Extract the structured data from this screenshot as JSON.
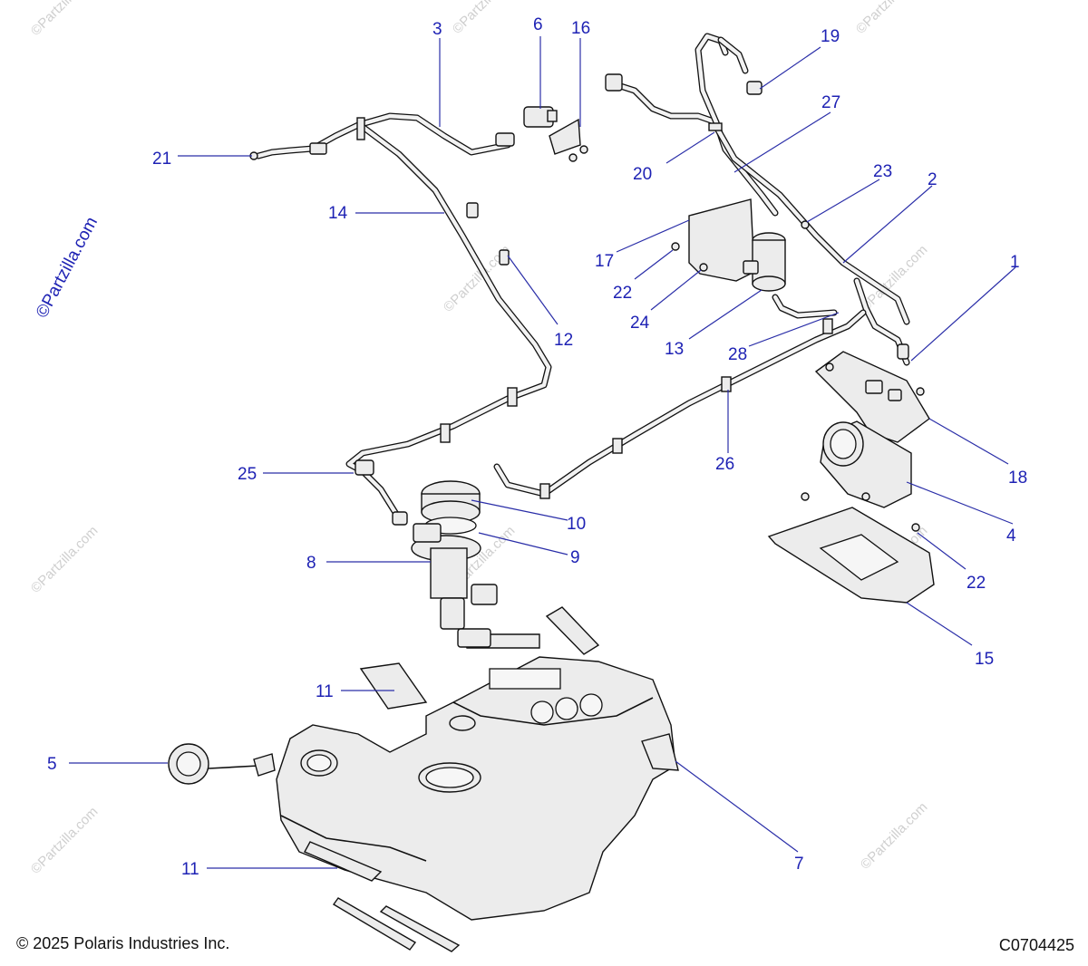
{
  "diagram": {
    "callouts": [
      {
        "label": "1"
      },
      {
        "label": "2"
      },
      {
        "label": "3"
      },
      {
        "label": "4"
      },
      {
        "label": "5"
      },
      {
        "label": "6"
      },
      {
        "label": "7"
      },
      {
        "label": "8"
      },
      {
        "label": "9"
      },
      {
        "label": "10"
      },
      {
        "label": "11"
      },
      {
        "label": "11"
      },
      {
        "label": "12"
      },
      {
        "label": "13"
      },
      {
        "label": "14"
      },
      {
        "label": "15"
      },
      {
        "label": "16"
      },
      {
        "label": "17"
      },
      {
        "label": "18"
      },
      {
        "label": "19"
      },
      {
        "label": "20"
      },
      {
        "label": "21"
      },
      {
        "label": "22"
      },
      {
        "label": "22"
      },
      {
        "label": "23"
      },
      {
        "label": "24"
      },
      {
        "label": "25"
      },
      {
        "label": "26"
      },
      {
        "label": "27"
      },
      {
        "label": "28"
      }
    ],
    "watermark_text": "©Partzilla.com",
    "side_watermark_text": "©Partzilla.com"
  },
  "footer": {
    "copyright": "© 2025 Polaris Industries Inc.",
    "diagram_code": "C0704425"
  },
  "colors": {
    "callout": "#1e22b4",
    "line": "#111111",
    "part_fill": "#ececec"
  }
}
